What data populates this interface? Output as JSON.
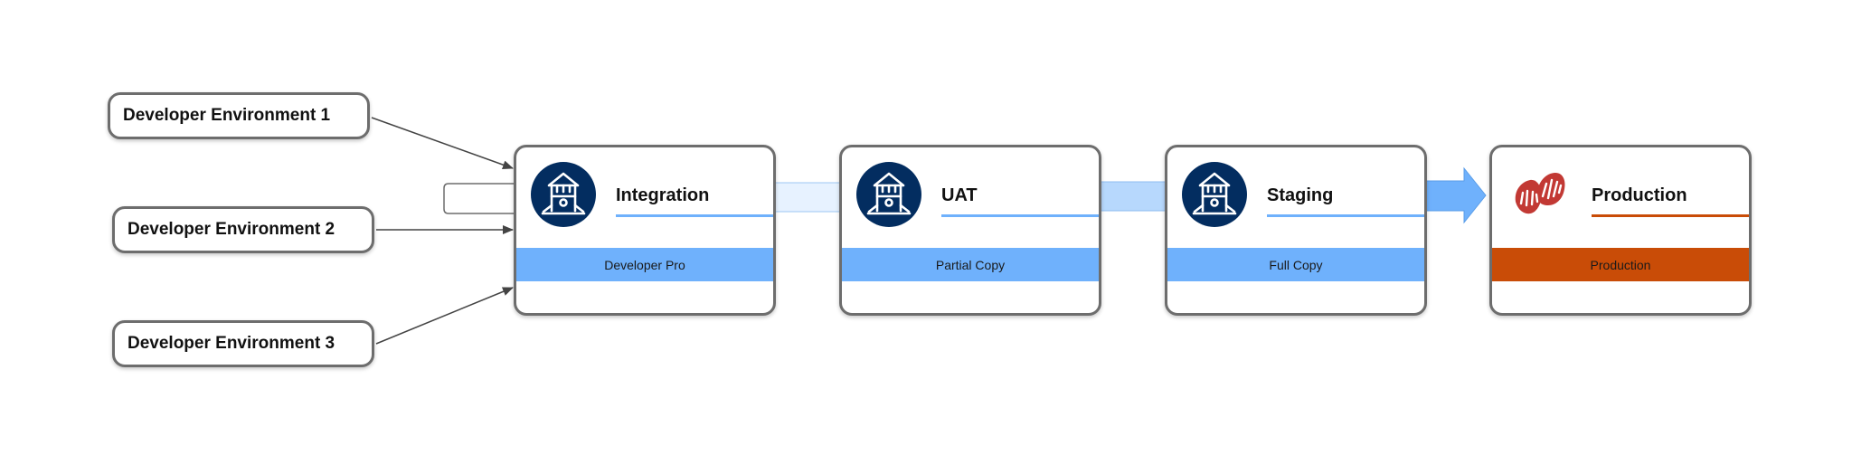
{
  "developer_environments": [
    {
      "label": "Developer Environment 1"
    },
    {
      "label": "Developer Environment 2"
    },
    {
      "label": "Developer Environment 3"
    }
  ],
  "environments": [
    {
      "title": "Integration",
      "sandbox_type": "Developer Pro",
      "icon": "sandbox-playground-icon",
      "accent": "#6fb1fc"
    },
    {
      "title": "UAT",
      "sandbox_type": "Partial Copy",
      "icon": "sandbox-playground-icon",
      "accent": "#6fb1fc"
    },
    {
      "title": "Staging",
      "sandbox_type": "Full Copy",
      "icon": "sandbox-playground-icon",
      "accent": "#6fb1fc"
    },
    {
      "title": "Production",
      "sandbox_type": "Production",
      "icon": "production-hands-icon",
      "accent": "#c94c07"
    }
  ],
  "colors": {
    "icon_circle": "#032d60",
    "promotion_arrow_light": "#e7f2ff",
    "promotion_arrow_mid": "#b7d8fd",
    "promotion_arrow_dark": "#6fb1fc",
    "production_icon": "#c23934",
    "connector_line": "#444444"
  }
}
